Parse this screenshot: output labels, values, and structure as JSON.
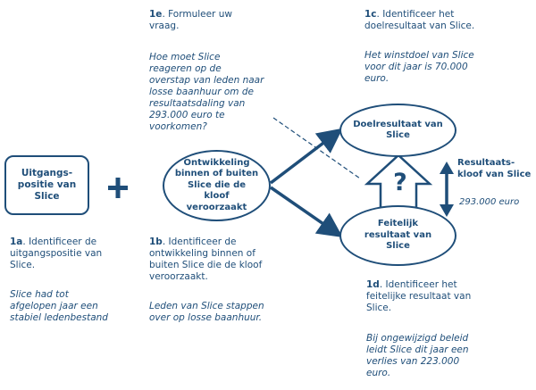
{
  "start_box": {
    "label": "Uitgangs-\npositie van\nSlice"
  },
  "plus": "+",
  "development_ellipse": {
    "label": "Ontwikkeling\nbinnen of buiten\nSlice die de\nkloof\nveroorzaakt"
  },
  "goal_ellipse": {
    "label": "Doelresultaat van\nSlice"
  },
  "actual_ellipse": {
    "label": "Feitelijk\nresultaat van\nSlice"
  },
  "question_mark": "?",
  "gap": {
    "label": "Resultaats-\nkloof van Slice",
    "value": "293.000 euro"
  },
  "step_1a": {
    "code": "1a",
    "text": ". Identificeer de\nuitgangspositie van\nSlice.",
    "example": "Slice had tot\nafgelopen jaar een\nstabiel ledenbestand"
  },
  "step_1b": {
    "code": "1b",
    "text": ". Identificeer de\nontwikkeling binnen of\nbuiten Slice die de kloof\nveroorzaakt.",
    "example": "Leden van Slice stappen\nover op losse baanhuur."
  },
  "step_1c": {
    "code": "1c",
    "text": ". Identificeer het\ndoelresultaat van Slice.",
    "example": "Het winstdoel van Slice\nvoor dit jaar is 70.000\neuro."
  },
  "step_1d": {
    "code": "1d",
    "text": ". Identificeer het\nfeitelijke resultaat van\nSlice.",
    "example": "Bij ongewijzigd beleid\nleidt Slice dit jaar een\nverlies van 223.000\neuro."
  },
  "step_1e": {
    "code": "1e",
    "text": ". Formuleer uw\nvraag.",
    "example": "Hoe moet Slice\nreageren op de\noverstap van leden naar\nlosse baanhuur om de\nresultaatsdaling van\n293.000 euro te\nvoorkomen?"
  },
  "colors": {
    "primary": "#1f4e79",
    "background": "#ffffff"
  }
}
